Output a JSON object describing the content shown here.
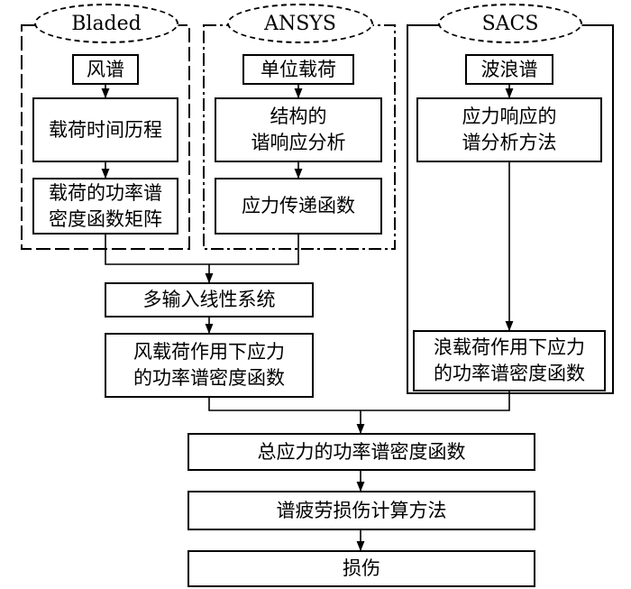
{
  "sources": {
    "bladed": "Bladed",
    "ansys": "ANSYS",
    "sacs": "SACS"
  },
  "bladed_col": {
    "wind_spectrum": "风谱",
    "load_time_history": "载荷时间历程",
    "load_psd_matrix": "载荷的功率谱\n密度函数矩阵"
  },
  "ansys_col": {
    "unit_load": "单位载荷",
    "harmonic_analysis": "结构的\n谐响应分析",
    "stress_transfer": "应力传递函数"
  },
  "sacs_col": {
    "wave_spectrum": "波浪谱",
    "stress_response_method": "应力响应的\n谱分析方法",
    "wave_stress_psd": "浪载荷作用下应力\n的功率谱密度函数"
  },
  "flow": {
    "mimo_system": "多输入线性系统",
    "wind_stress_psd": "风载荷作用下应力\n的功率谱密度函数",
    "total_stress_psd": "总应力的功率谱密度函数",
    "fatigue_method": "谱疲劳损伤计算方法",
    "damage": "损伤"
  }
}
